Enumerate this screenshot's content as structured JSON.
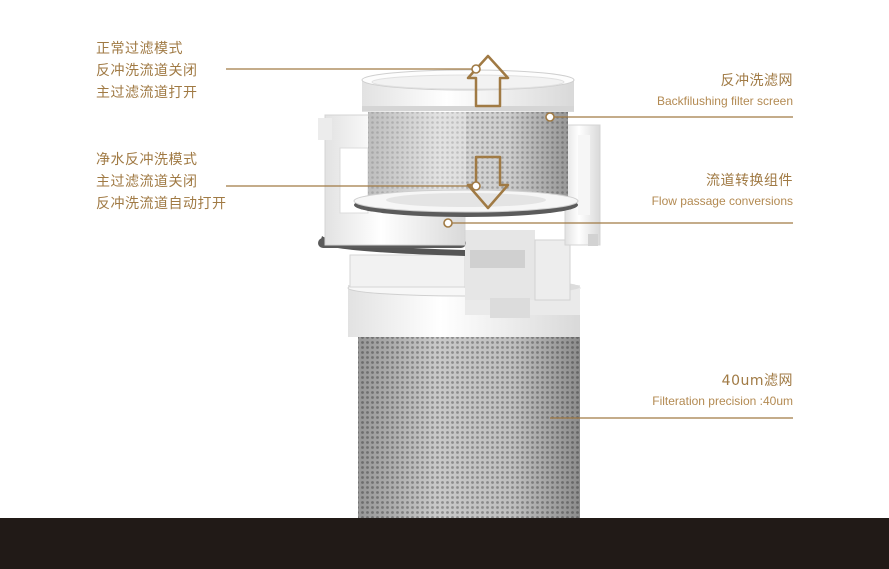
{
  "annotations": {
    "filter_mode": {
      "lines": [
        "正常过滤模式",
        "反冲洗流道关闭",
        "主过滤流道打开"
      ]
    },
    "backwash_mode": {
      "lines": [
        "净水反冲洗模式",
        "主过滤流道关闭",
        "反冲洗流道自动打开"
      ]
    },
    "backflush_screen": {
      "zh": "反冲洗滤网",
      "en": "Backfilushing filter screen"
    },
    "flow_passage": {
      "zh": "流道转换组件",
      "en": "Flow passage conversions"
    },
    "precision": {
      "zh": "40um滤网",
      "en": "Filteration precision :40um"
    }
  },
  "colors": {
    "accent": "#a07a44",
    "footer": "#211a17",
    "mesh": "#b9b9b9",
    "housing": "#f4f4f4"
  }
}
